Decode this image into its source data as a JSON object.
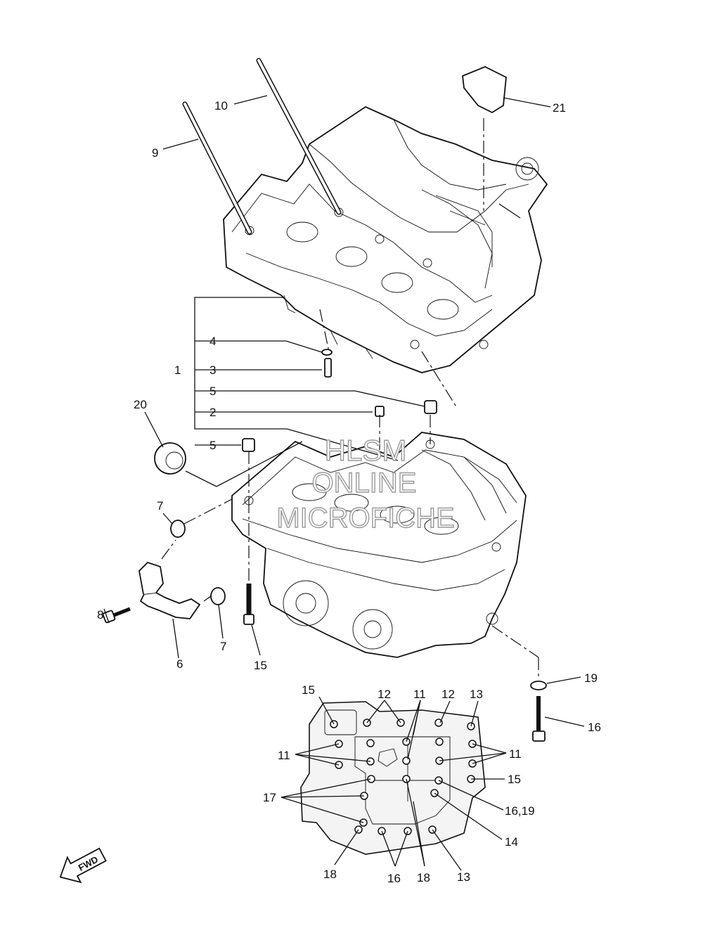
{
  "watermark": {
    "line1": "HLSM",
    "line2": "ONLINE",
    "line3": "MICROFICHE"
  },
  "fwd_label": "FWD",
  "callouts": {
    "c1": "1",
    "c2": "2",
    "c3": "3",
    "c4": "4",
    "c5a": "5",
    "c5b": "5",
    "c6": "6",
    "c7a": "7",
    "c7b": "7",
    "c8": "8",
    "c9": "9",
    "c10": "10",
    "c11a": "11",
    "c11b": "11",
    "c11c": "11",
    "c12a": "12",
    "c12b": "12",
    "c13a": "13",
    "c13b": "13",
    "c14": "14",
    "c15a": "15",
    "c15b": "15",
    "c15c": "15",
    "c16a": "16",
    "c16b": "16",
    "c16_19": "16,19",
    "c17": "17",
    "c18a": "18",
    "c18b": "18",
    "c19": "19",
    "c20": "20",
    "c21": "21"
  }
}
